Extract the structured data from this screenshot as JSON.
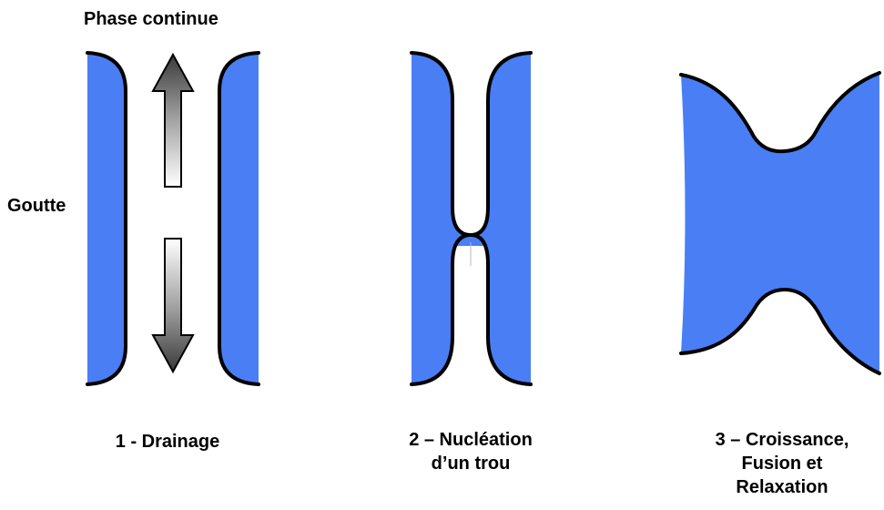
{
  "labels": {
    "continuous_phase": "Phase continue",
    "drop": "Goutte",
    "stage1": "1 - Drainage",
    "stage2_line1": "2 – Nucléation",
    "stage2_line2": "d’un trou",
    "stage3_line1": "3 – Croissance,",
    "stage3_line2": "Fusion et",
    "stage3_line3": "Relaxation"
  },
  "colors": {
    "drop_fill": "#4a7ef5",
    "outline": "#000000",
    "arrow_gradient_dark": "#3a3a3a",
    "arrow_gradient_light": "#ffffff"
  },
  "icons": {
    "arrow_up": "drainage-arrow-up-icon",
    "arrow_down": "drainage-arrow-down-icon"
  }
}
